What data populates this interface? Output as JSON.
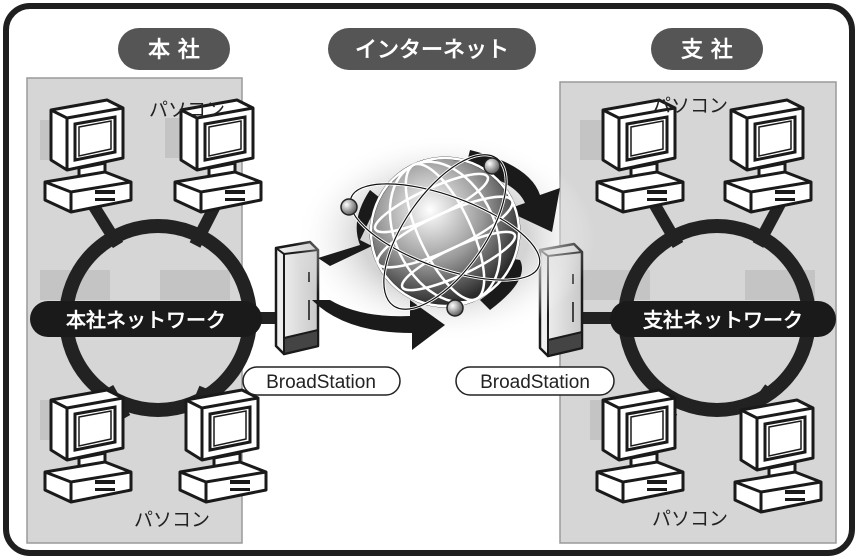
{
  "sections": {
    "head_office": "本 社",
    "internet": "インターネット",
    "branch_office": "支 社"
  },
  "networks": {
    "head_office_network": "本社ネットワーク",
    "branch_office_network": "支社ネットワーク"
  },
  "pc_label": "パソコン",
  "router_label": "BroadStation",
  "colors": {
    "frame": "#1f1f1f",
    "panel": "#d6d6d6",
    "panel_block": "#bdbdbd",
    "pill": "#555555",
    "network_pill": "#1a1a1a",
    "ring": "#222222"
  }
}
